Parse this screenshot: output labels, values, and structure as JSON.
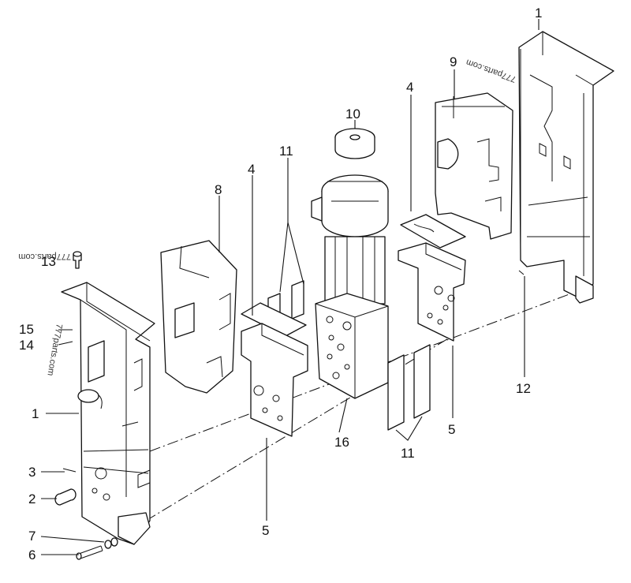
{
  "callouts": {
    "c1_top": "1",
    "c1_left": "1",
    "c2": "2",
    "c3": "3",
    "c4_left": "4",
    "c4_right": "4",
    "c5_left": "5",
    "c5_right": "5",
    "c6": "6",
    "c7": "7",
    "c8": "8",
    "c9": "9",
    "c10": "10",
    "c11_top": "11",
    "c11_bottom": "11",
    "c12": "12",
    "c13": "13",
    "c14": "14",
    "c15": "15",
    "c16": "16"
  },
  "watermarks": {
    "w1": "777parts.com",
    "w2": "777parts.com",
    "w3": "777parts.com"
  }
}
